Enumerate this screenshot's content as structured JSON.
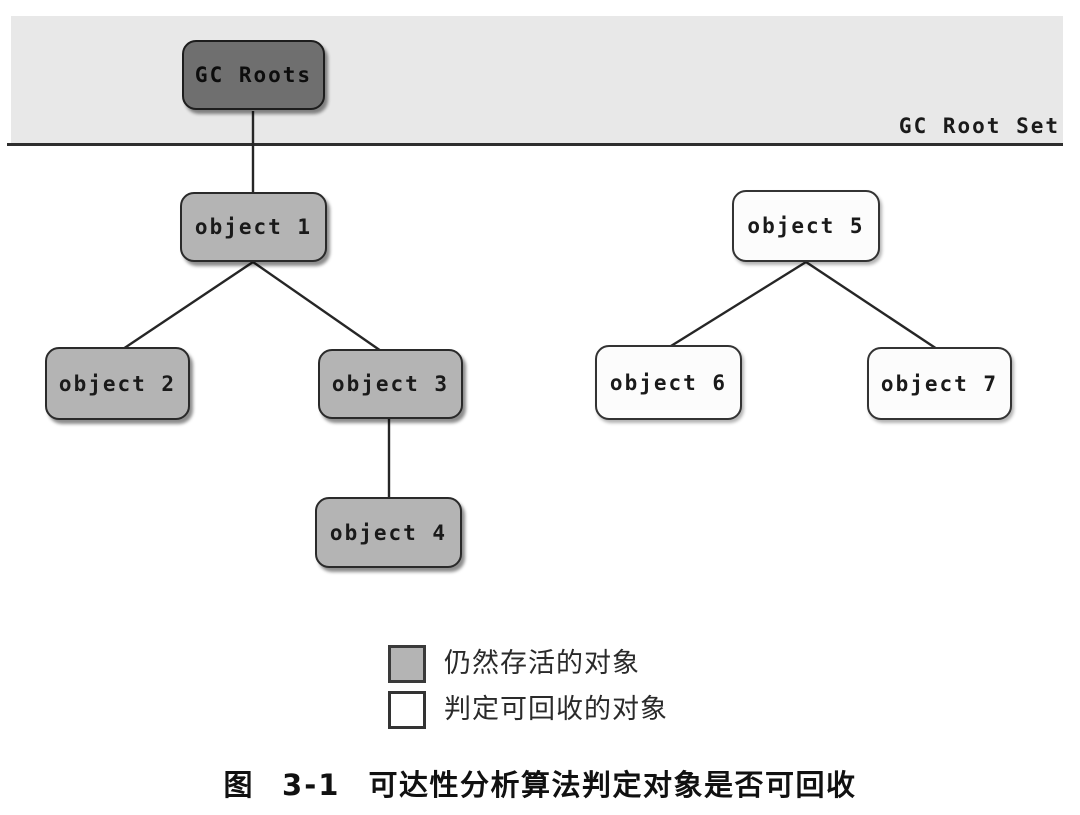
{
  "banner": {
    "label": "GC Root Set"
  },
  "nodes": {
    "gc_roots": {
      "label": "GC Roots",
      "state": "root"
    },
    "object1": {
      "label": "object 1",
      "state": "alive"
    },
    "object2": {
      "label": "object 2",
      "state": "alive"
    },
    "object3": {
      "label": "object 3",
      "state": "alive"
    },
    "object4": {
      "label": "object 4",
      "state": "alive"
    },
    "object5": {
      "label": "object 5",
      "state": "collectible"
    },
    "object6": {
      "label": "object 6",
      "state": "collectible"
    },
    "object7": {
      "label": "object 7",
      "state": "collectible"
    }
  },
  "edges": [
    {
      "from": "gc_roots",
      "to": "object1"
    },
    {
      "from": "object1",
      "to": "object2"
    },
    {
      "from": "object1",
      "to": "object3"
    },
    {
      "from": "object3",
      "to": "object4"
    },
    {
      "from": "object5",
      "to": "object6"
    },
    {
      "from": "object5",
      "to": "object7"
    }
  ],
  "legend": {
    "alive_label": "仍然存活的对象",
    "collectible_label": "判定可回收的对象"
  },
  "caption": {
    "prefix": "图",
    "number": "3-1",
    "title": "可达性分析算法判定对象是否可回收"
  },
  "colors": {
    "banner_bg": "#e8e8e8",
    "root_fill": "#6f6f6f",
    "alive_fill": "#b4b4b4",
    "collectible_fill": "#fcfcfc",
    "line": "#262626"
  }
}
